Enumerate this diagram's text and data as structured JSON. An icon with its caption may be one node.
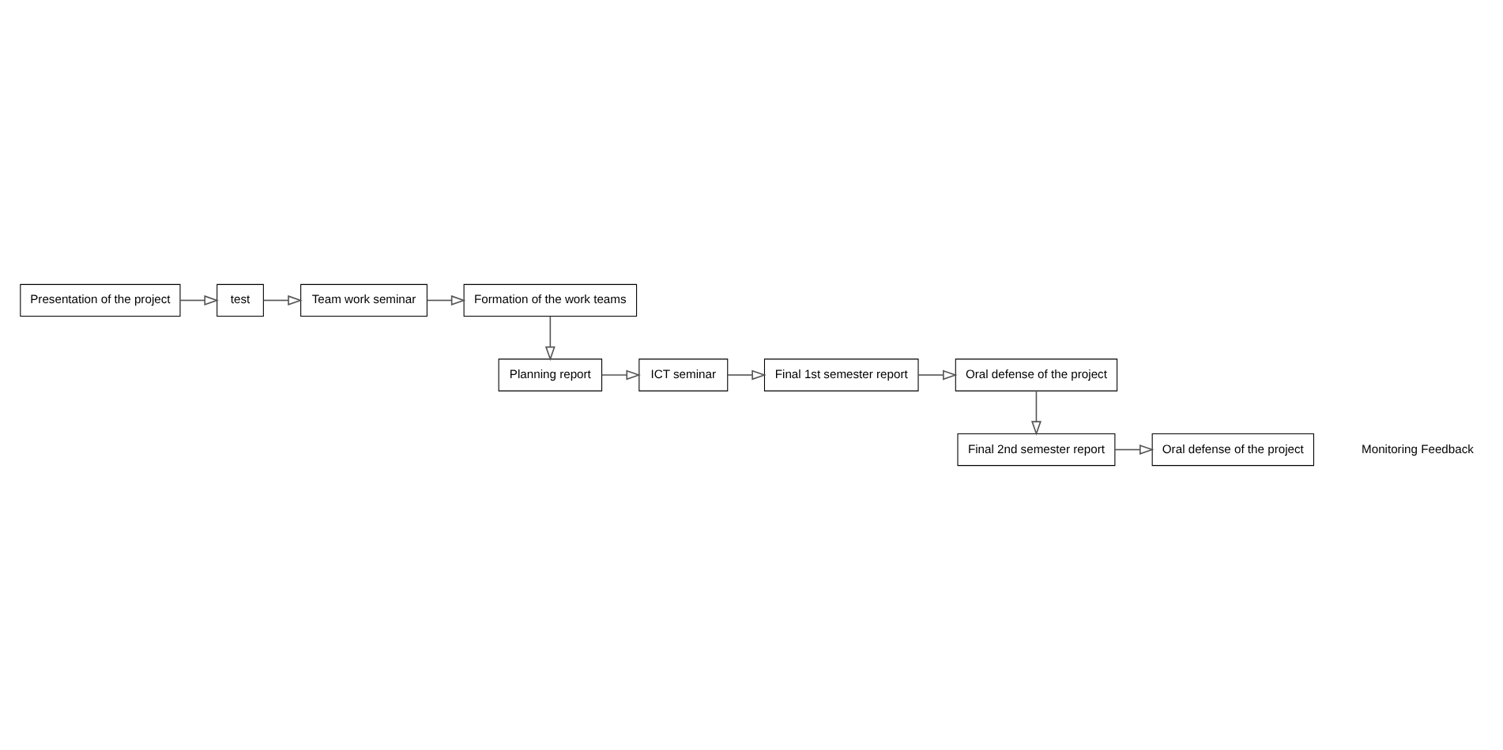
{
  "diagram": {
    "nodes": [
      {
        "text": [
          "Presentation of the project"
        ]
      },
      {
        "text": [
          "test"
        ]
      },
      {
        "text": [
          "Team work seminar"
        ]
      },
      {
        "text": [
          "Formation of the work teams"
        ]
      },
      {
        "text": [
          "Planning report"
        ]
      },
      {
        "text": [
          "ICT seminar"
        ]
      },
      {
        "text": [
          "Final 1st semester report"
        ]
      },
      {
        "text": [
          "Oral defense of the project"
        ]
      },
      {
        "text": [
          "Final 2nd semester report"
        ]
      },
      {
        "text": [
          "Oral defense of the project"
        ]
      }
    ],
    "edges": [
      {
        "from": 0,
        "to": 1,
        "arrow": "to"
      },
      {
        "from": 1,
        "to": 2,
        "arrow": "to"
      },
      {
        "from": 2,
        "to": 3,
        "arrow": "to"
      },
      {
        "from": 3,
        "to": 4,
        "arrow": "to"
      },
      {
        "from": 4,
        "to": 5,
        "arrow": "to"
      },
      {
        "from": 5,
        "to": 6,
        "arrow": "to"
      },
      {
        "from": 6,
        "to": 7,
        "arrow": "to"
      },
      {
        "from": 7,
        "to": 8,
        "arrow": "to"
      },
      {
        "from": 8,
        "to": 9,
        "arrow": "to"
      }
    ],
    "labels": [
      "Monitoring Feedback"
    ]
  }
}
